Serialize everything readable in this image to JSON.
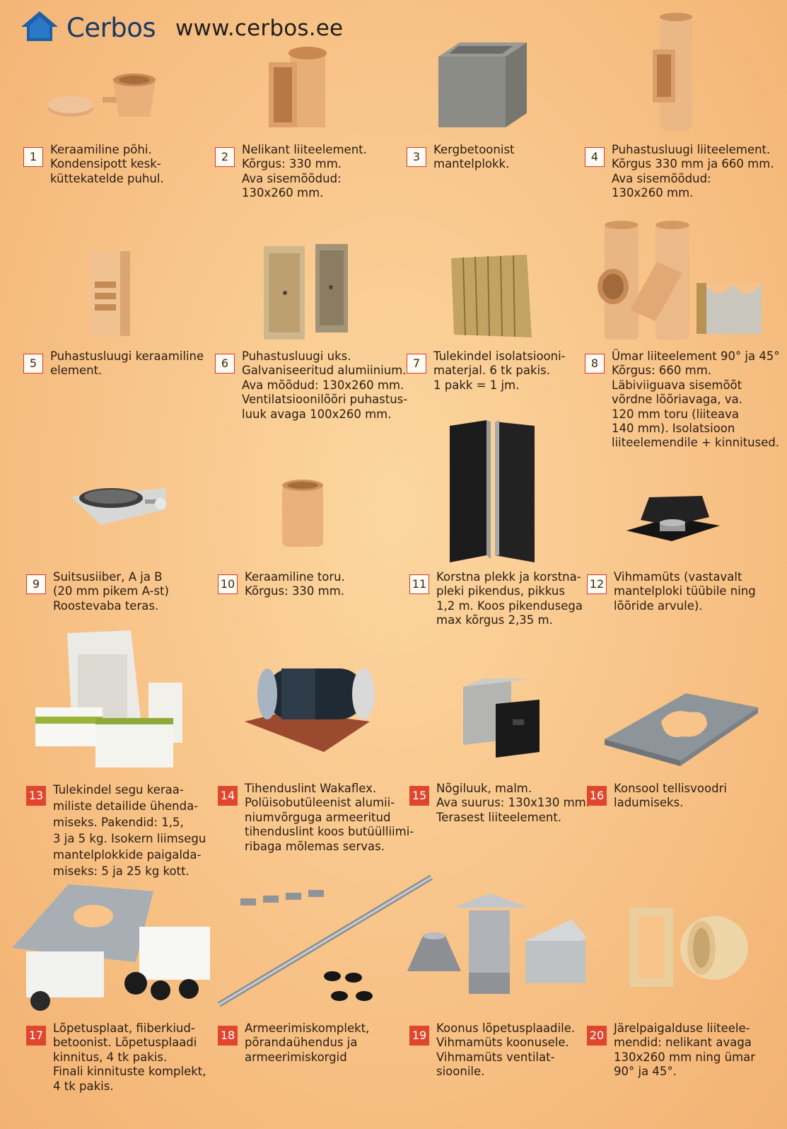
{
  "header": {
    "brand": "Cerbos",
    "url": "www.cerbos.ee",
    "logo_icon": "house-icon",
    "brand_color": "#1b3a66"
  },
  "products": [
    {
      "num": "1",
      "text": "Keraamiline põhi.\nKondensipott kesk-\nküttekatelde puhul."
    },
    {
      "num": "2",
      "text": "Nelikant liiteelement.\nKõrgus: 330 mm.\nAva sisemõõdud:\n130x260 mm."
    },
    {
      "num": "3",
      "text": "Kergbetoonist\nmantelplokk."
    },
    {
      "num": "4",
      "text": "Puhastusluugi liiteelement.\nKõrgus 330 mm ja 660 mm.\nAva sisemõõdud:\n130x260 mm."
    },
    {
      "num": "5",
      "text": "Puhastusluugi keraamiline\nelement."
    },
    {
      "num": "6",
      "text": "Puhastusluugi uks.\nGalvaniseeritud alumiinium.\nAva mõõdud: 130x260 mm.\nVentilatsioonilõõri puhastus-\nluuk avaga 100x260 mm."
    },
    {
      "num": "7",
      "text": "Tulekindel isolatsiooni-\nmaterjal. 6 tk pakis.\n1 pakk = 1 jm."
    },
    {
      "num": "8",
      "text": "Ümar liiteelement 90° ja 45°\nKõrgus: 660 mm.\nLäbiviiguava sisemõõt\nvõrdne lõõriavaga, va.\n120 mm toru (liiteava\n140 mm). Isolatsioon\nliiteelemendile + kinnitused."
    },
    {
      "num": "9",
      "text": "Suitsusiiber, A ja B\n(20 mm pikem A-st)\nRoostevaba teras."
    },
    {
      "num": "10",
      "text": "Keraamiline toru.\nKõrgus: 330 mm."
    },
    {
      "num": "11",
      "text": "Korstna plekk ja korstna-\npleki pikendus, pikkus\n1,2 m. Koos pikendusega\nmax kõrgus 2,35 m."
    },
    {
      "num": "12",
      "text": "Vihmamüts (vastavalt\nmantelploki tüübile ning\nlõõride arvule)."
    },
    {
      "num": "13",
      "text": "Tulekindel segu keraa-\nmiliste detailide ühenda-\nmiseks. Pakendid: 1,5,\n3 ja 5 kg. Isokern liimsegu\nmantelplokkide paigalda-\nmiseks: 5 ja 25 kg kott."
    },
    {
      "num": "14",
      "text": "Tihenduslint Wakaflex.\nPolüisobutüleenist alumii-\nniumvõrguga armeeritud\ntihenduslint koos butüülliimi-\nribaga mõlemas servas."
    },
    {
      "num": "15",
      "text": "Nõgiluuk, malm.\nAva suurus: 130x130 mm.\nTerasest liiteelement."
    },
    {
      "num": "16",
      "text": "Konsool tellisvoodri\nladumiseks."
    },
    {
      "num": "17",
      "text": "Lõpetusplaat, fiiberkiud-\nbetoonist. Lõpetusplaadi\nkinnitus, 4 tk pakis.\nFinali kinnituste komplekt,\n4 tk pakis."
    },
    {
      "num": "18",
      "text": "Armeerimiskomplekt,\npõrandaühendus ja\narmeerimiskorgid"
    },
    {
      "num": "19",
      "text": "Koonus lõpetusplaadile.\nVihmamüts koonusele.\nVihmamüts ventilat-\nsioonile."
    },
    {
      "num": "20",
      "text": "Järelpaigalduse liiteele-\nmendid: nelikant avaga\n130x260 mm ning ümar\n90° ja 45°."
    }
  ]
}
